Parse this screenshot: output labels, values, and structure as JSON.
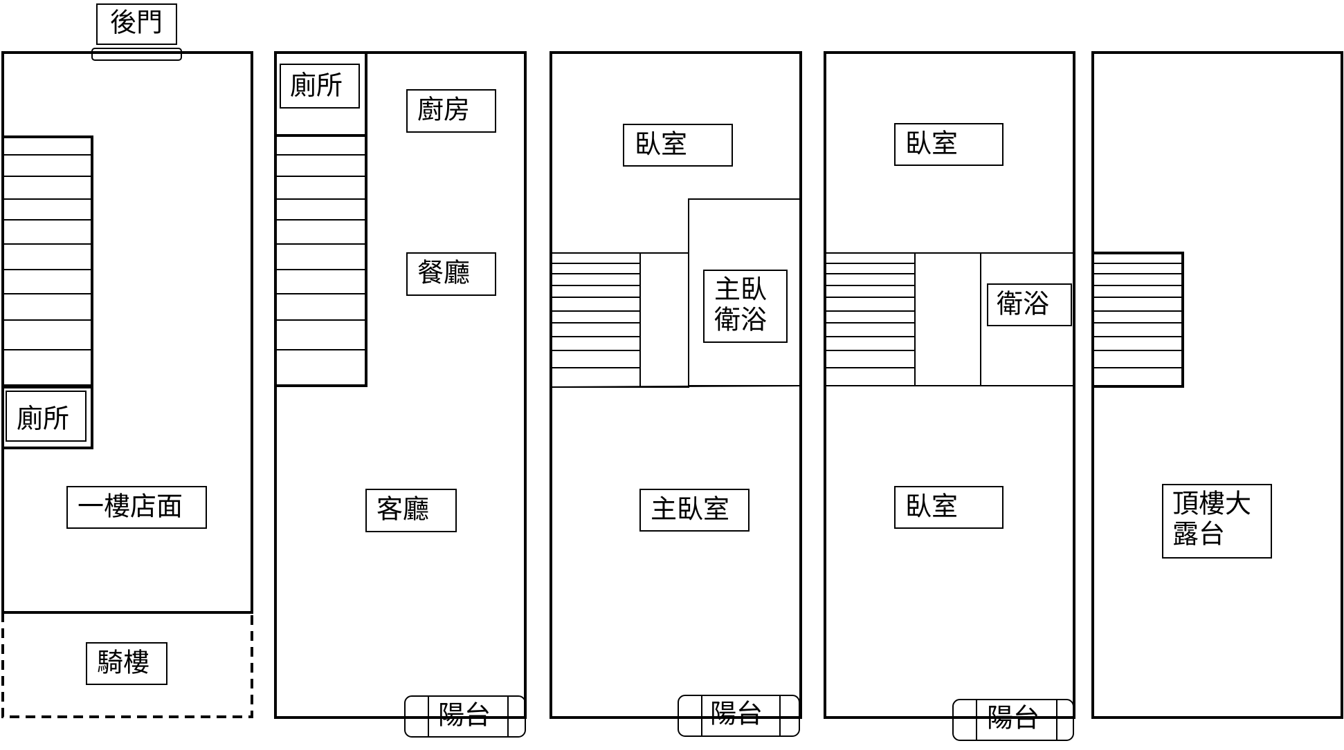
{
  "floors": [
    {
      "rooms": {
        "back_door": "後門",
        "toilet": "廁所",
        "shop": "一樓店面",
        "arcade": "騎樓"
      }
    },
    {
      "rooms": {
        "toilet": "廁所",
        "kitchen": "廚房",
        "dining": "餐廳",
        "living": "客廳",
        "balcony": "陽台"
      }
    },
    {
      "rooms": {
        "bedroom": "臥室",
        "master_bath_line1": "主臥",
        "master_bath_line2": "衛浴",
        "master_bedroom": "主臥室",
        "balcony": "陽台"
      }
    },
    {
      "rooms": {
        "bedroom_top": "臥室",
        "bathroom": "衛浴",
        "bedroom_bottom": "臥室",
        "balcony": "陽台"
      }
    },
    {
      "rooms": {
        "roof_terrace_line1": "頂樓大",
        "roof_terrace_line2": "露台"
      }
    }
  ]
}
